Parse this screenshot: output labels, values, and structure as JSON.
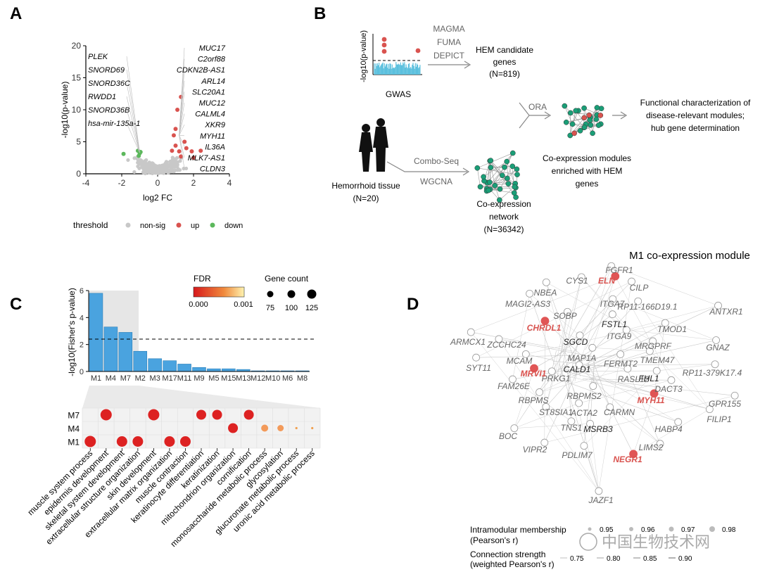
{
  "panels": {
    "a": "A",
    "b": "B",
    "c": "C",
    "d": "D"
  },
  "panelA": {
    "ylabel": "-log10(p-value)",
    "xlabel": "log2 FC",
    "xticks": [
      "-4",
      "-2",
      "0",
      "2",
      "4"
    ],
    "yticks": [
      "0",
      "5",
      "10",
      "15",
      "20"
    ],
    "left_genes": [
      "PLEK",
      "SNORD69",
      "SNORD36C",
      "RWDD1",
      "SNORD36B",
      "hsa-mir-135a-1"
    ],
    "right_genes": [
      "MUC17",
      "C2orf88",
      "CDKN2B-AS1",
      "ARL14",
      "SLC20A1",
      "MUC12",
      "CALML4",
      "XKR9",
      "MYH11",
      "IL36A",
      "MLK7-AS1",
      "CLDN3"
    ],
    "legend_title": "threshold",
    "legend_items": [
      "non-sig",
      "up",
      "down"
    ],
    "colors": {
      "nonsig": "#c8c8c8",
      "up": "#d9534f",
      "down": "#5cb85c"
    }
  },
  "panelB": {
    "gwas_ylabel": "-log10(p-value)",
    "gwas_label": "GWAS",
    "tools": [
      "MAGMA",
      "FUMA",
      "DEPICT"
    ],
    "hem_candidate": [
      "HEM candidate",
      "genes",
      "(N=819)"
    ],
    "ora": "ORA",
    "functional": [
      "Functional characterization of",
      "disease-relevant modules;",
      "hub gene determination"
    ],
    "tissue": [
      "Hemorrhoid tissue",
      "(N=20)"
    ],
    "combo": [
      "Combo-Seq",
      "WGCNA"
    ],
    "coexp_modules": [
      "Co-expression modules",
      "enriched with HEM",
      "genes"
    ],
    "coexp_network": [
      "Co-expression",
      "network",
      "(N=36342)"
    ]
  },
  "panelC": {
    "ylabel": "-log10(Fisher's p-value)",
    "fdr_title": "FDR",
    "fdr_ticks": [
      "0.000",
      "0.001"
    ],
    "gc_title": "Gene count",
    "gc_ticks": [
      "75",
      "100",
      "125"
    ],
    "yticks": [
      "0",
      "2",
      "4",
      "6"
    ],
    "dot_rows": [
      "M7",
      "M4",
      "M1"
    ],
    "terms": [
      "muscle system process",
      "epidermis development",
      "skeletal system development",
      "extracellular structure organization",
      "skin development",
      "extracellular matrix organization",
      "muscle contraction",
      "keratinocyte differentiation",
      "keratinization",
      "mitochondrion organization",
      "cornification",
      "monosaccharide metabolic process",
      "glycosylation",
      "glucuronate metabolic process",
      "uronic acid metabolic process"
    ]
  },
  "chart_data": {
    "type": "bar",
    "categories": [
      "M1",
      "M4",
      "M7",
      "M2",
      "M3",
      "M17",
      "M11",
      "M9",
      "M5",
      "M15",
      "M13",
      "M12",
      "M10",
      "M6",
      "M8"
    ],
    "values": [
      5.8,
      3.3,
      2.9,
      1.5,
      0.95,
      0.8,
      0.55,
      0.3,
      0.2,
      0.2,
      0.15,
      0.05,
      0.05,
      0.05,
      0.05
    ],
    "ylabel": "-log10(Fisher's p-value)",
    "ylim": [
      0,
      6
    ],
    "threshold": 2.4,
    "color": "#4aa3df"
  },
  "panelD": {
    "title": "M1 co-expression module",
    "genes_gray": [
      "FGFR1",
      "CYS1",
      "NBEA",
      "CILP",
      "MAGI2-AS3",
      "ITGA7",
      "RP11-166D19.1",
      "ANTXR1",
      "SOBP",
      "TMOD1",
      "ARMCX1",
      "ZCCHC24",
      "ITGA9",
      "MRGPRF",
      "GNAZ",
      "SYT11",
      "MAP1A",
      "MCAM",
      "TMEM47",
      "FERMT2",
      "RP11-379K17.4",
      "FAM26E",
      "PRKG1",
      "RASL12",
      "DACT3",
      "RBPMS",
      "RBPMS2",
      "ST8SIA1",
      "ACTA2",
      "CARMN",
      "GPR155",
      "FILIP1",
      "HABP4",
      "BOC",
      "TNS1",
      "VIPR2",
      "PDLIM7",
      "LIMS2",
      "JAZF1"
    ],
    "genes_dark": [
      "FSTL1",
      "SGCD",
      "CALD1",
      "FHL1",
      "MSRB3"
    ],
    "genes_red": [
      "ELN",
      "CHRDL1",
      "MRVI1",
      "MYH11",
      "NEGR1"
    ],
    "legend1": [
      "Intramodular membership",
      "(Pearson's r)"
    ],
    "legend1_ticks": [
      "0.95",
      "0.96",
      "0.97",
      "0.98"
    ],
    "legend2": [
      "Connection strength",
      "(weighted Pearson's r)"
    ],
    "legend2_ticks": [
      "0.75",
      "0.80",
      "0.85",
      "0.90"
    ],
    "watermark": "中国生物技术网"
  }
}
